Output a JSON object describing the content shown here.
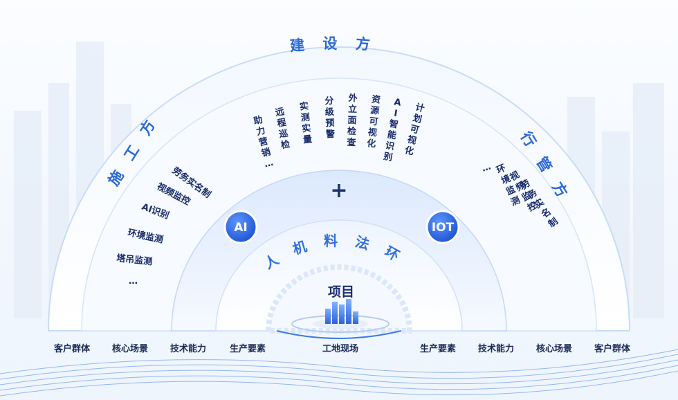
{
  "outer_ring": {
    "top_label": "建设方",
    "left_label": "施工方",
    "right_label": "行管方"
  },
  "top_columns": [
    "助力营销…",
    "远程巡检",
    "实测实量",
    "分级预警",
    "外立面检查",
    "资源可视化",
    "AI智能识别",
    "计划可视化"
  ],
  "left_items": [
    "劳务实名制",
    "视频监控",
    "AI识别",
    "环境监测",
    "塔吊监测",
    "…"
  ],
  "right_columns": [
    "劳务实名制",
    "视频监控",
    "环境监测",
    "…"
  ],
  "plus_symbol": "+",
  "badges": {
    "left": "AI",
    "right": "IOT"
  },
  "middle_ring_label": "人机料法环",
  "center_title": "项目",
  "bottom_labels": {
    "left": [
      "客户群体",
      "核心场景",
      "技术能力",
      "生产要素"
    ],
    "center": "工地现场",
    "right": [
      "生产要素",
      "技术能力",
      "核心场景",
      "客户群体"
    ]
  },
  "colors": {
    "accent": "#2a68d8",
    "badge": "#2f6fe0",
    "text": "#15296a"
  }
}
